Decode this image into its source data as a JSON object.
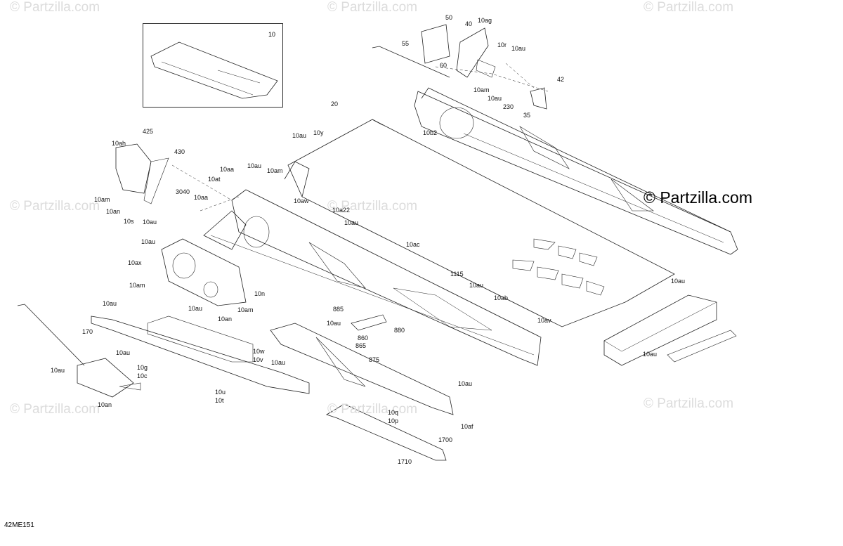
{
  "diagram": {
    "reference_code": "42ME151",
    "main_watermark": "© Partzilla.com",
    "faint_watermark": "© Partzilla.com",
    "inset": {
      "label": "10"
    },
    "callouts": [
      {
        "id": "c50",
        "text": "50"
      },
      {
        "id": "c55",
        "text": "55"
      },
      {
        "id": "c60",
        "text": "60"
      },
      {
        "id": "c40",
        "text": "40"
      },
      {
        "id": "c10ag",
        "text": "10ag"
      },
      {
        "id": "c10r",
        "text": "10r"
      },
      {
        "id": "c10au_a",
        "text": "10au"
      },
      {
        "id": "c10am_a",
        "text": "10am"
      },
      {
        "id": "c10au_b",
        "text": "10au"
      },
      {
        "id": "c42",
        "text": "42"
      },
      {
        "id": "c230",
        "text": "230"
      },
      {
        "id": "c35",
        "text": "35"
      },
      {
        "id": "c20",
        "text": "20"
      },
      {
        "id": "c10b2",
        "text": "10b2"
      },
      {
        "id": "c10au_c",
        "text": "10au"
      },
      {
        "id": "c10y",
        "text": "10y"
      },
      {
        "id": "c425",
        "text": "425"
      },
      {
        "id": "c10ah",
        "text": "10ah"
      },
      {
        "id": "c430",
        "text": "430"
      },
      {
        "id": "c10aa_a",
        "text": "10aa"
      },
      {
        "id": "c10au_d",
        "text": "10au"
      },
      {
        "id": "c10am_b",
        "text": "10am"
      },
      {
        "id": "c10at",
        "text": "10at"
      },
      {
        "id": "c10aw",
        "text": "10aw"
      },
      {
        "id": "c3040",
        "text": "3040"
      },
      {
        "id": "c10aa_b",
        "text": "10aa"
      },
      {
        "id": "c10a22",
        "text": "10a22"
      },
      {
        "id": "c10am_c",
        "text": "10am"
      },
      {
        "id": "c10an_a",
        "text": "10an"
      },
      {
        "id": "c10s",
        "text": "10s"
      },
      {
        "id": "c10au_e",
        "text": "10au"
      },
      {
        "id": "c10au_f",
        "text": "10au"
      },
      {
        "id": "c10au_g",
        "text": "10au"
      },
      {
        "id": "c10ac",
        "text": "10ac"
      },
      {
        "id": "c10ax",
        "text": "10ax"
      },
      {
        "id": "c10am_d",
        "text": "10am"
      },
      {
        "id": "c1115",
        "text": "1115"
      },
      {
        "id": "c10au_h",
        "text": "10au"
      },
      {
        "id": "c10ab",
        "text": "10ab"
      },
      {
        "id": "c10n",
        "text": "10n"
      },
      {
        "id": "c10au_i",
        "text": "10au"
      },
      {
        "id": "c10am_e",
        "text": "10am"
      },
      {
        "id": "c10au_j",
        "text": "10au"
      },
      {
        "id": "c10au_k",
        "text": "10au"
      },
      {
        "id": "c885",
        "text": "885"
      },
      {
        "id": "c860",
        "text": "860"
      },
      {
        "id": "c880",
        "text": "880"
      },
      {
        "id": "c865",
        "text": "865"
      },
      {
        "id": "c875",
        "text": "875"
      },
      {
        "id": "c10av",
        "text": "10av"
      },
      {
        "id": "c10au_l",
        "text": "10au"
      },
      {
        "id": "c10au_m",
        "text": "10au"
      },
      {
        "id": "c10an_b",
        "text": "10an"
      },
      {
        "id": "c170",
        "text": "170"
      },
      {
        "id": "c10au_n",
        "text": "10au"
      },
      {
        "id": "c10w",
        "text": "10w"
      },
      {
        "id": "c10v",
        "text": "10v"
      },
      {
        "id": "c10au_o",
        "text": "10au"
      },
      {
        "id": "c10g",
        "text": "10g"
      },
      {
        "id": "c10c",
        "text": "10c"
      },
      {
        "id": "c10au_p",
        "text": "10au"
      },
      {
        "id": "c10u",
        "text": "10u"
      },
      {
        "id": "c10t",
        "text": "10t"
      },
      {
        "id": "c10an_c",
        "text": "10an"
      },
      {
        "id": "c10au_q",
        "text": "10au"
      },
      {
        "id": "c10au_r",
        "text": "10au"
      },
      {
        "id": "c10q",
        "text": "10q"
      },
      {
        "id": "c10p",
        "text": "10p"
      },
      {
        "id": "c10af",
        "text": "10af"
      },
      {
        "id": "c1700",
        "text": "1700"
      },
      {
        "id": "c1710",
        "text": "1710"
      }
    ]
  }
}
